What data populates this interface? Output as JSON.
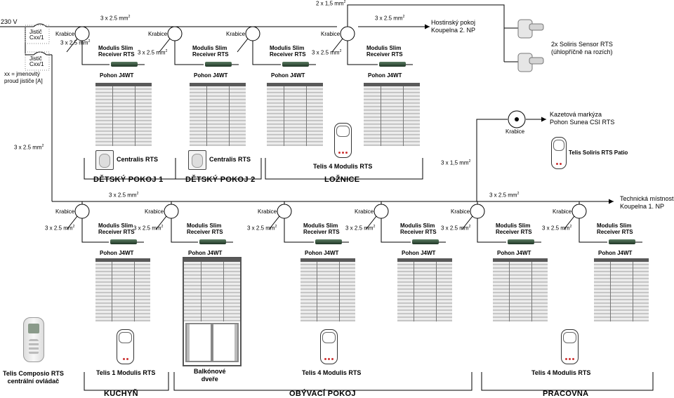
{
  "supply": {
    "voltage": "230 V"
  },
  "breakers": [
    {
      "text1": "Jistič",
      "text2": "Cxx/1"
    },
    {
      "text1": "Jistič",
      "text2": "Cxx/1"
    }
  ],
  "legend_note": {
    "line1": "xx = jmenovitý",
    "line2": "proud jističe [A]"
  },
  "cables": {
    "c3x2_5": "3 x 2.5 mm",
    "c3x2_5_alt": "3 x 2,5 mm",
    "c2x1_5": "2 x 1,5 mm",
    "c3x1_5": "3 x 1,5 mm",
    "sup": "2"
  },
  "box_label": "Krabice",
  "receiver": {
    "line1": "Modulis Slim",
    "line2": "Receiver RTS"
  },
  "motor_label": "Pohon J4WT",
  "destinations": {
    "guest": {
      "line1": "Hostinský pokoj",
      "line2": "Koupelna 2. NP"
    },
    "sensor": {
      "line1": "2x Soliris Sensor RTS",
      "line2": "(úhlopříčně na rozích)"
    },
    "awning": {
      "line1": "Kazetová markýza",
      "line2": "Pohon Sunea CSI RTS"
    },
    "technical": {
      "line1": "Technická místnost",
      "line2": "Koupelna 1. NP"
    }
  },
  "controls": {
    "centralis": "Centralis RTS",
    "telis4": "Telis 4 Modulis RTS",
    "telis1": "Telis 1 Modulis RTS",
    "soliris_patio": "Telis Soliris RTS Patio",
    "composio_line1": "Telis Composio RTS",
    "composio_line2": "centrální ovládač"
  },
  "balcony": {
    "line1": "Balkónové",
    "line2": "dveře"
  },
  "rooms": {
    "kid1": "DĚTSKÝ POKOJ 1",
    "kid2": "DĚTSKÝ POKOJ 2",
    "bedroom": "LOŽNICE",
    "kitchen": "KUCHYŇ",
    "living": "OBÝVACÍ POKOJ",
    "study": "PRACOVNA"
  }
}
